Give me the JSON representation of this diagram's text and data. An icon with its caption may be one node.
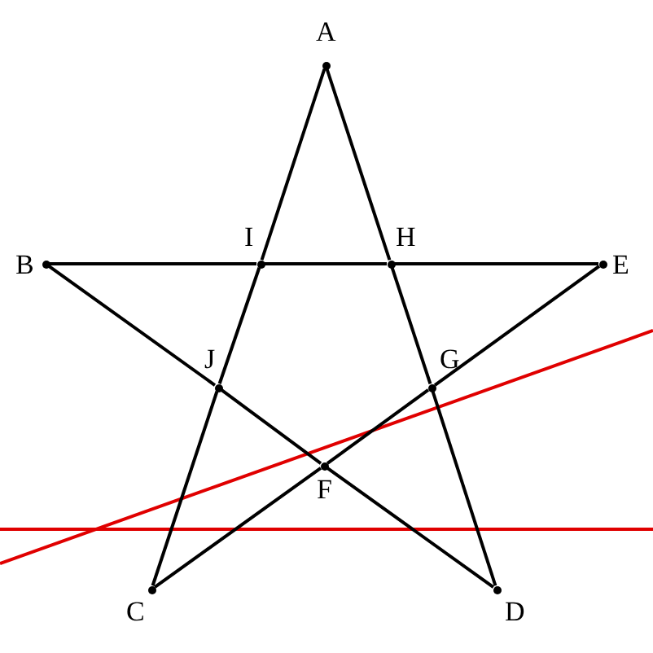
{
  "diagram": {
    "nodes": [
      {
        "text": [
          "A"
        ]
      },
      {
        "text": [
          "B"
        ]
      },
      {
        "text": [
          "I"
        ]
      },
      {
        "text": [
          "H"
        ]
      },
      {
        "text": [
          "E"
        ]
      },
      {
        "text": [
          "J"
        ]
      },
      {
        "text": [
          "G"
        ]
      },
      {
        "text": [
          "F"
        ]
      },
      {
        "text": [
          "C"
        ]
      },
      {
        "text": [
          "D"
        ]
      }
    ],
    "edges": [
      {
        "from": 0,
        "to": 2,
        "arrow": "none"
      },
      {
        "from": 2,
        "to": 5,
        "arrow": "none"
      },
      {
        "from": 5,
        "to": 8,
        "arrow": "none"
      },
      {
        "from": 0,
        "to": 3,
        "arrow": "none"
      },
      {
        "from": 3,
        "to": 6,
        "arrow": "none"
      },
      {
        "from": 6,
        "to": 9,
        "arrow": "none"
      },
      {
        "from": 1,
        "to": 2,
        "arrow": "none"
      },
      {
        "from": 2,
        "to": 3,
        "arrow": "none"
      },
      {
        "from": 3,
        "to": 4,
        "arrow": "none"
      },
      {
        "from": 1,
        "to": 5,
        "arrow": "none"
      },
      {
        "from": 5,
        "to": 7,
        "arrow": "none"
      },
      {
        "from": 7,
        "to": 9,
        "arrow": "none"
      },
      {
        "from": 4,
        "to": 6,
        "arrow": "none"
      },
      {
        "from": 6,
        "to": 7,
        "arrow": "none"
      },
      {
        "from": 7,
        "to": 8,
        "arrow": "none"
      }
    ]
  }
}
